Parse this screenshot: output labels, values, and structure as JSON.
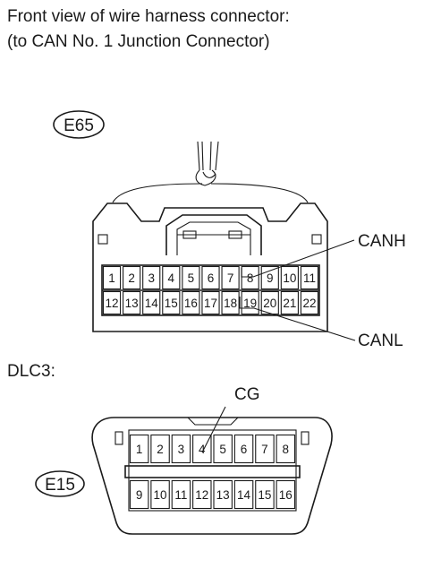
{
  "title_line1": "Front view of wire harness connector:",
  "title_line2": "(to CAN No. 1 Junction Connector)",
  "e65": {
    "code": "E65",
    "top_row": [
      "1",
      "2",
      "3",
      "4",
      "5",
      "6",
      "7",
      "8",
      "9",
      "10",
      "11"
    ],
    "bottom_row": [
      "12",
      "13",
      "14",
      "15",
      "16",
      "17",
      "18",
      "19",
      "20",
      "21",
      "22"
    ],
    "label_canh": "CANH",
    "label_canl": "CANL"
  },
  "dlc3": {
    "heading": "DLC3:",
    "code": "E15",
    "label_cg": "CG",
    "top_row": [
      "1",
      "2",
      "3",
      "4",
      "5",
      "6",
      "7",
      "8"
    ],
    "bottom_row": [
      "9",
      "10",
      "11",
      "12",
      "13",
      "14",
      "15",
      "16"
    ]
  }
}
